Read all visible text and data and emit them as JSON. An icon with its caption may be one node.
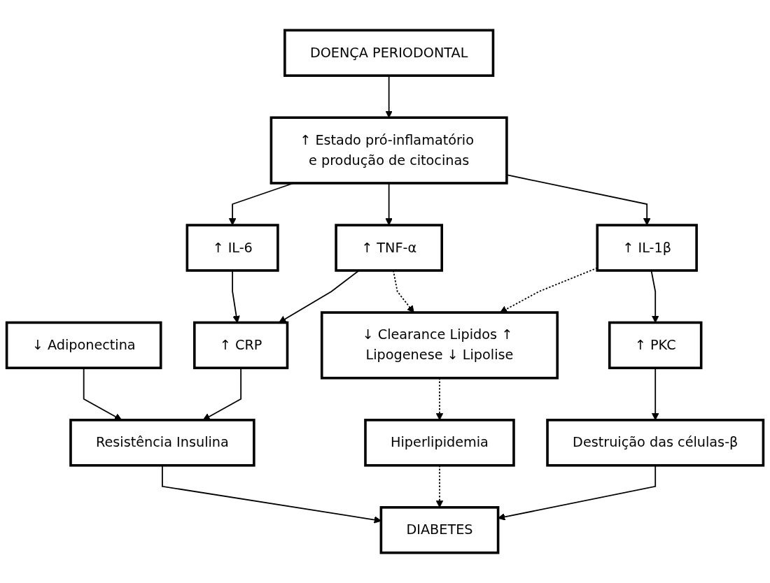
{
  "diagram": {
    "nodes": [
      {
        "text": [
          "DOENÇA PERIODONTAL"
        ]
      },
      {
        "text": [
          "↑ Estado pró-inflamatório e produção de citocinas"
        ]
      },
      {
        "text": [
          "↑ IL-6"
        ]
      },
      {
        "text": [
          "↑ TNF-α"
        ]
      },
      {
        "text": [
          "↑ IL-1β"
        ]
      },
      {
        "text": [
          "↓ Adiponectina"
        ]
      },
      {
        "text": [
          "↑ CRP"
        ]
      },
      {
        "text": [
          "↓ Clearance Lipidos ↑ Lipogenese ↓ Lipolise"
        ]
      },
      {
        "text": [
          "↑ PKC"
        ]
      },
      {
        "text": [
          "Resistência Insulina"
        ]
      },
      {
        "text": [
          "Hiperlipidemia"
        ]
      },
      {
        "text": [
          "Destruição das células-β"
        ]
      },
      {
        "text": [
          "DIABETES"
        ]
      }
    ],
    "edges": [
      {
        "from": 0,
        "to": 1,
        "arrow": "to"
      },
      {
        "from": 1,
        "to": 2,
        "arrow": "to"
      },
      {
        "from": 1,
        "to": 3,
        "arrow": "to"
      },
      {
        "from": 1,
        "to": 4,
        "arrow": "to"
      },
      {
        "from": 2,
        "to": 6,
        "arrow": "to"
      },
      {
        "from": 3,
        "to": 6,
        "arrow": "to"
      },
      {
        "from": 3,
        "to": 7,
        "arrow": "to",
        "style": "dashed"
      },
      {
        "from": 4,
        "to": 7,
        "arrow": "to",
        "style": "dashed"
      },
      {
        "from": 4,
        "to": 8,
        "arrow": "to"
      },
      {
        "from": 5,
        "to": 9,
        "arrow": "to"
      },
      {
        "from": 6,
        "to": 9,
        "arrow": "to"
      },
      {
        "from": 7,
        "to": 10,
        "arrow": "to",
        "style": "dashed"
      },
      {
        "from": 8,
        "to": 11,
        "arrow": "to"
      },
      {
        "from": 9,
        "to": 12,
        "arrow": "to"
      },
      {
        "from": 10,
        "to": 12,
        "arrow": "to",
        "style": "dashed"
      },
      {
        "from": 11,
        "to": 12,
        "arrow": "to"
      }
    ]
  }
}
